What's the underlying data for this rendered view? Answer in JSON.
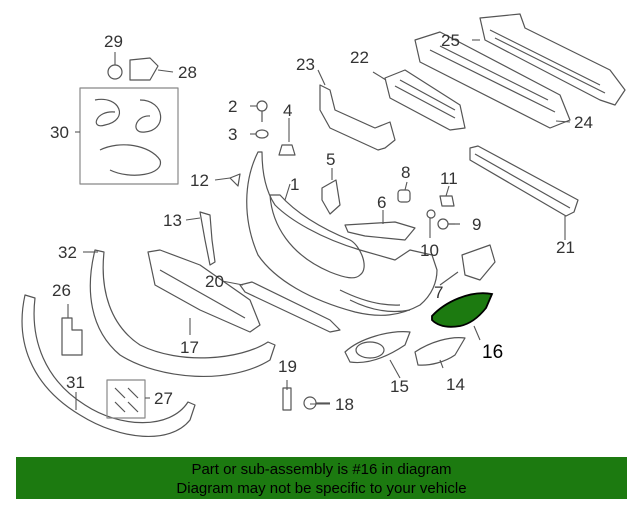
{
  "callouts": [
    {
      "n": "1",
      "label": "1"
    },
    {
      "n": "2",
      "label": "2"
    },
    {
      "n": "3",
      "label": "3"
    },
    {
      "n": "4",
      "label": "4"
    },
    {
      "n": "5",
      "label": "5"
    },
    {
      "n": "6",
      "label": "6"
    },
    {
      "n": "7",
      "label": "7"
    },
    {
      "n": "8",
      "label": "8"
    },
    {
      "n": "9",
      "label": "9"
    },
    {
      "n": "10",
      "label": "10"
    },
    {
      "n": "11",
      "label": "11"
    },
    {
      "n": "12",
      "label": "12"
    },
    {
      "n": "13",
      "label": "13"
    },
    {
      "n": "14",
      "label": "14"
    },
    {
      "n": "15",
      "label": "15"
    },
    {
      "n": "16",
      "label": "16"
    },
    {
      "n": "17",
      "label": "17"
    },
    {
      "n": "18",
      "label": "18"
    },
    {
      "n": "19",
      "label": "19"
    },
    {
      "n": "20",
      "label": "20"
    },
    {
      "n": "21",
      "label": "21"
    },
    {
      "n": "22",
      "label": "22"
    },
    {
      "n": "23",
      "label": "23"
    },
    {
      "n": "24",
      "label": "24"
    },
    {
      "n": "25",
      "label": "25"
    },
    {
      "n": "26",
      "label": "26"
    },
    {
      "n": "27",
      "label": "27"
    },
    {
      "n": "28",
      "label": "28"
    },
    {
      "n": "29",
      "label": "29"
    },
    {
      "n": "30",
      "label": "30"
    },
    {
      "n": "31",
      "label": "31"
    },
    {
      "n": "32",
      "label": "32"
    }
  ],
  "highlight": {
    "part": "16",
    "color": "#1c7a10"
  },
  "banner": {
    "line1": "Part or sub-assembly is #16 in diagram",
    "line2": "Diagram may not be specific to your vehicle",
    "color": "#1c7a10"
  }
}
